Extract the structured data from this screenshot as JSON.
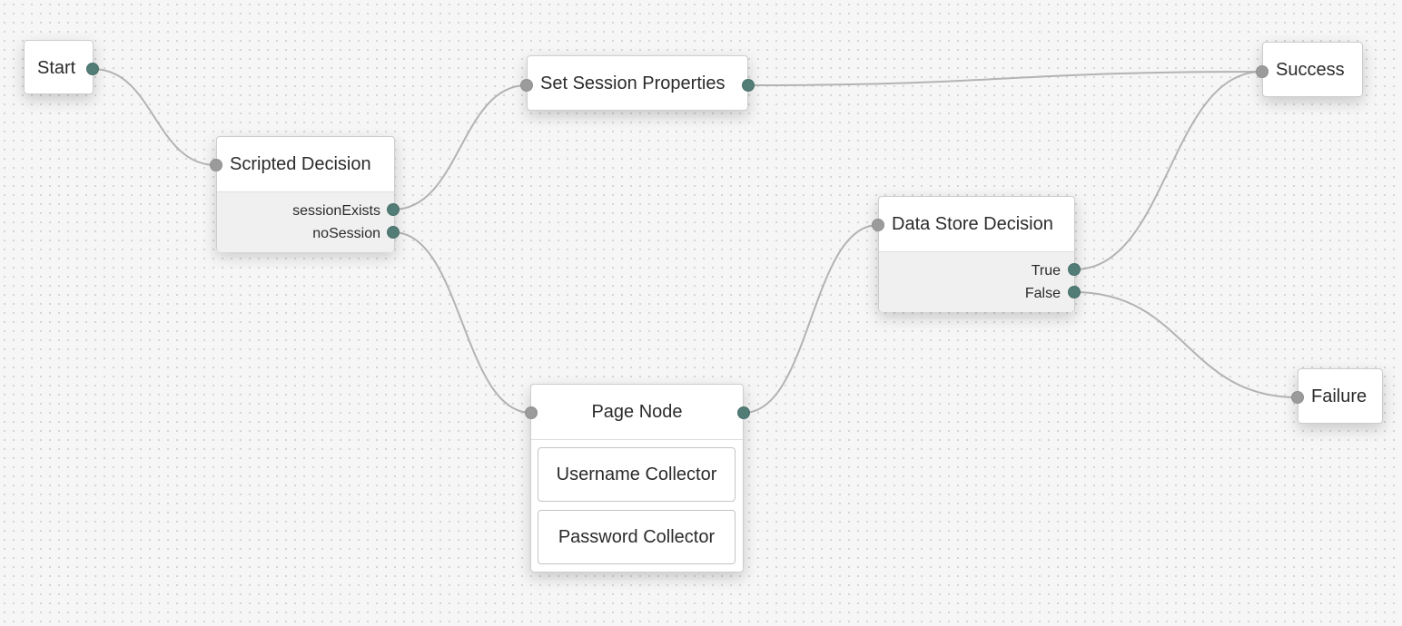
{
  "nodes": {
    "start": {
      "label": "Start"
    },
    "scripted_decision": {
      "label": "Scripted Decision",
      "outcomes": [
        "sessionExists",
        "noSession"
      ]
    },
    "set_session_properties": {
      "label": "Set Session Properties"
    },
    "page_node": {
      "label": "Page Node",
      "children": [
        "Username Collector",
        "Password Collector"
      ]
    },
    "data_store_decision": {
      "label": "Data Store Decision",
      "outcomes": [
        "True",
        "False"
      ]
    },
    "success": {
      "label": "Success"
    },
    "failure": {
      "label": "Failure"
    }
  },
  "colors": {
    "canvas_background": "#f6f6f6",
    "grid_dot": "#d3d3d3",
    "input_port": "#9b9b9b",
    "output_port": "#527c76",
    "connector": "#b3b3b3",
    "outcome_panel": "#f0f0f0"
  }
}
